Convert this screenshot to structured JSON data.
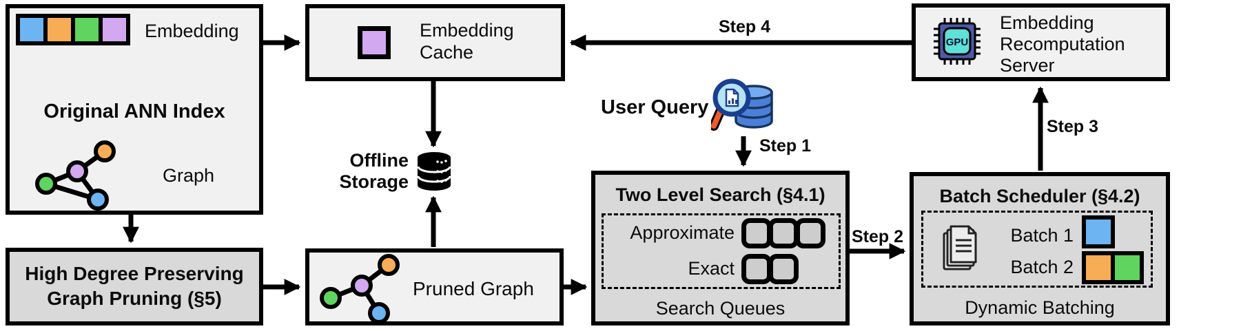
{
  "colors": {
    "blue": "#6db4f2",
    "orange": "#f7ad55",
    "green": "#5fd45f",
    "purple": "#d2a8f0",
    "box_light": "#f1f1f1",
    "box_gray": "#d9d9d9",
    "queue_fill": "#cdcdcd",
    "db_blue": "#4a80d9",
    "db_blue_light": "#74aaef",
    "db_navy": "#17355e",
    "lens_blue": "#b5e3f3",
    "magnifier_navy": "#1b3f8f",
    "handle_orange": "#f15a29",
    "chip_body": "#4e5aa8",
    "chip_core": "#5fe0d8",
    "page_fill": "#ececec"
  },
  "ann_index": {
    "embedding_label": "Embedding",
    "title": "Original ANN Index",
    "graph_label": "Graph"
  },
  "graph_pruning": {
    "line1": "High Degree Preserving",
    "line2": "Graph Pruning (§5)"
  },
  "embedding_cache": {
    "line1": "Embedding",
    "line2": "Cache"
  },
  "offline_storage": {
    "line1": "Offline",
    "line2": "Storage"
  },
  "pruned_graph": {
    "label": "Pruned Graph"
  },
  "user_query": {
    "label": "User Query"
  },
  "steps": {
    "step1": "Step 1",
    "step2": "Step 2",
    "step3": "Step 3",
    "step4": "Step 4"
  },
  "two_level_search": {
    "title": "Two Level Search (§4.1)",
    "approximate_label": "Approximate",
    "exact_label": "Exact",
    "approximate_queues": 3,
    "exact_queues": 2,
    "caption": "Search Queues"
  },
  "batch_scheduler": {
    "title": "Batch Scheduler (§4.2)",
    "batch1_label": "Batch 1",
    "batch2_label": "Batch 2",
    "caption": "Dynamic Batching"
  },
  "recomputation_server": {
    "line1": "Embedding",
    "line2": "Recomputation",
    "line3": "Server",
    "chip_label": "GPU"
  },
  "icons": {
    "embedding_vector": "four-color-square-strip",
    "graph": "node-link-graph",
    "offline_storage": "black-database-cylinder",
    "user_query": "magnifier-over-database",
    "documents": "document-stack",
    "gpu": "gpu-chip"
  }
}
